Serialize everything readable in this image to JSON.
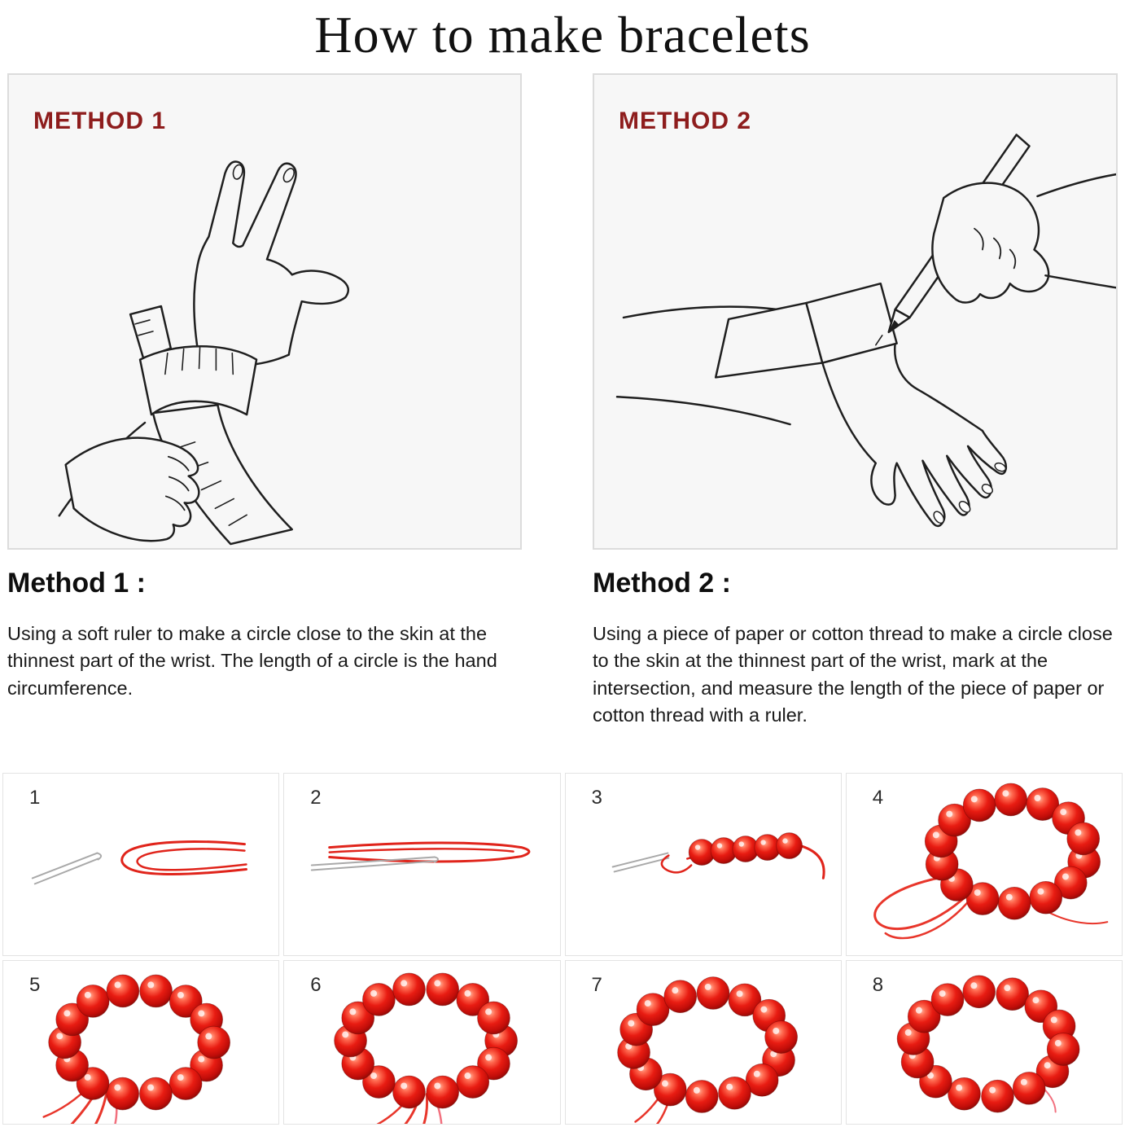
{
  "title": "How to make bracelets",
  "methods": {
    "method1": {
      "panel_label": "METHOD 1",
      "heading": "Method 1 :",
      "description": "Using a soft ruler to make a circle close to the skin at the thinnest part of the wrist. The length of a circle is the hand circumference."
    },
    "method2": {
      "panel_label": "METHOD 2",
      "heading": "Method 2 :",
      "description": "Using a piece of paper or cotton thread to make a circle close to the skin at the thinnest part of the wrist, mark at the intersection, and measure the length of the piece of paper or cotton thread with a ruler."
    }
  },
  "steps": [
    {
      "number": "1"
    },
    {
      "number": "2"
    },
    {
      "number": "3"
    },
    {
      "number": "4"
    },
    {
      "number": "5"
    },
    {
      "number": "6"
    },
    {
      "number": "7"
    },
    {
      "number": "8"
    }
  ],
  "colors": {
    "accent_red": "#8e1d1d",
    "bead_red": "#d91712",
    "cord_red": "#e8362b",
    "cord_pink": "#f2707e",
    "panel_bg": "#f7f7f7",
    "panel_border": "#dcdcdc",
    "line_art": "#1f1f1f"
  }
}
